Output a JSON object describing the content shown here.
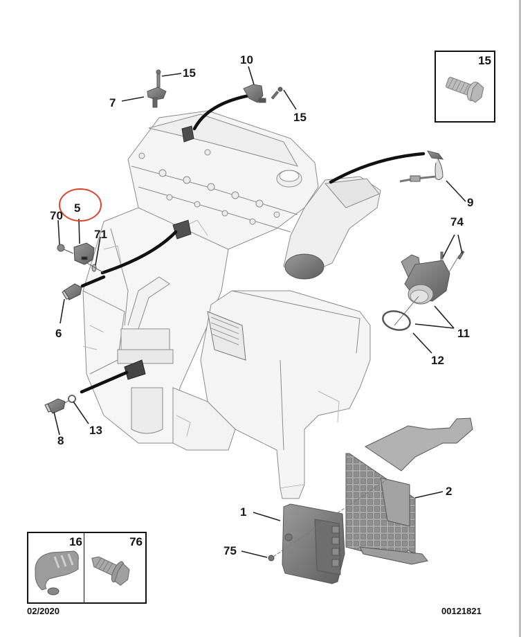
{
  "diagram": {
    "type": "exploded-parts-diagram",
    "subject": "Engine sensors and engine control unit",
    "callouts": [
      {
        "id": "c15a",
        "label": "15"
      },
      {
        "id": "c7",
        "label": "7"
      },
      {
        "id": "c10",
        "label": "10"
      },
      {
        "id": "c15b",
        "label": "15"
      },
      {
        "id": "c9",
        "label": "9"
      },
      {
        "id": "c74",
        "label": "74"
      },
      {
        "id": "c11",
        "label": "11"
      },
      {
        "id": "c12",
        "label": "12"
      },
      {
        "id": "c5",
        "label": "5"
      },
      {
        "id": "c70",
        "label": "70"
      },
      {
        "id": "c71",
        "label": "71"
      },
      {
        "id": "c6",
        "label": "6"
      },
      {
        "id": "c13",
        "label": "13"
      },
      {
        "id": "c8",
        "label": "8"
      },
      {
        "id": "c2",
        "label": "2"
      },
      {
        "id": "c1",
        "label": "1"
      },
      {
        "id": "c75",
        "label": "75"
      }
    ],
    "inset_boxes": [
      {
        "label": "15",
        "content": "flange bolt"
      },
      {
        "label": "16",
        "content": "wiring harness clip"
      },
      {
        "label": "76",
        "content": "self-tapping flange screw"
      }
    ],
    "highlight": {
      "target_label": "5",
      "color": "#d9462b"
    },
    "footer": {
      "date": "02/2020",
      "reference": "00121821"
    }
  }
}
